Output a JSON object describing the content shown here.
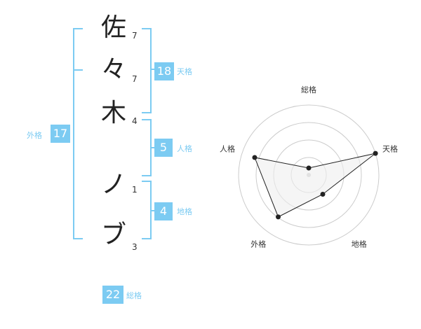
{
  "colors": {
    "accent": "#7ccbf2",
    "badge_bg": "#7ccbf2",
    "label": "#7ccbf2",
    "text": "#222222"
  },
  "name_chars": [
    {
      "char": "佐",
      "strokes": "7"
    },
    {
      "char": "々",
      "strokes": "7"
    },
    {
      "char": "木",
      "strokes": "4"
    },
    {
      "char": "ノ",
      "strokes": "1"
    },
    {
      "char": "ブ",
      "strokes": "3"
    }
  ],
  "kaku": {
    "tenkaku": {
      "value": "18",
      "label": "天格"
    },
    "jinkaku": {
      "value": "5",
      "label": "人格"
    },
    "chikaku": {
      "value": "4",
      "label": "地格"
    },
    "gaikaku": {
      "value": "17",
      "label": "外格"
    },
    "soukaku": {
      "value": "22",
      "label": "総格"
    }
  },
  "chart_data": {
    "type": "radar",
    "axes": [
      "総格",
      "天格",
      "地格",
      "外格",
      "人格"
    ],
    "values": [
      0.1,
      1.0,
      0.34,
      0.74,
      0.81
    ],
    "rings": 4,
    "fill": "#eeeeee",
    "line_color": "#222222"
  }
}
